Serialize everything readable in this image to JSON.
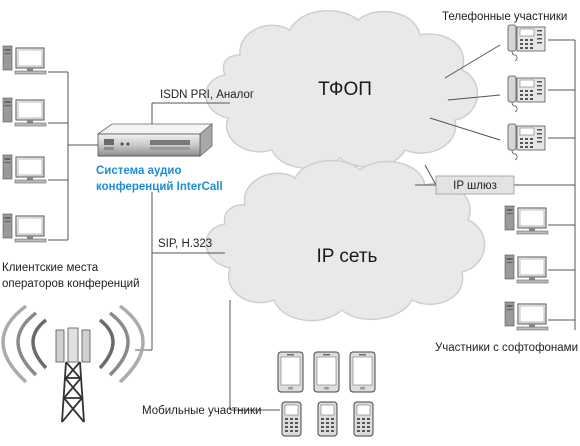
{
  "clouds": {
    "pstn": "ТФОП",
    "ip": "IP сеть"
  },
  "links": {
    "isdn": "ISDN PRI, Аналог",
    "sip": "SIP, H.323",
    "gateway": "IP шлюз"
  },
  "system": {
    "line1": "Система аудио",
    "line2": "конференций InterCall"
  },
  "operators": {
    "line1": "Клиентские места",
    "line2": "операторов конференций"
  },
  "phones_label": "Телефонные участники",
  "softphones_label": "Участники с софтофонами",
  "mobile_label": "Мобильные участники",
  "colors": {
    "brand": "#1a8fd6",
    "cloud": "#e9e9e9",
    "cloud_stroke": "#c8c8c8",
    "line": "#555555"
  }
}
